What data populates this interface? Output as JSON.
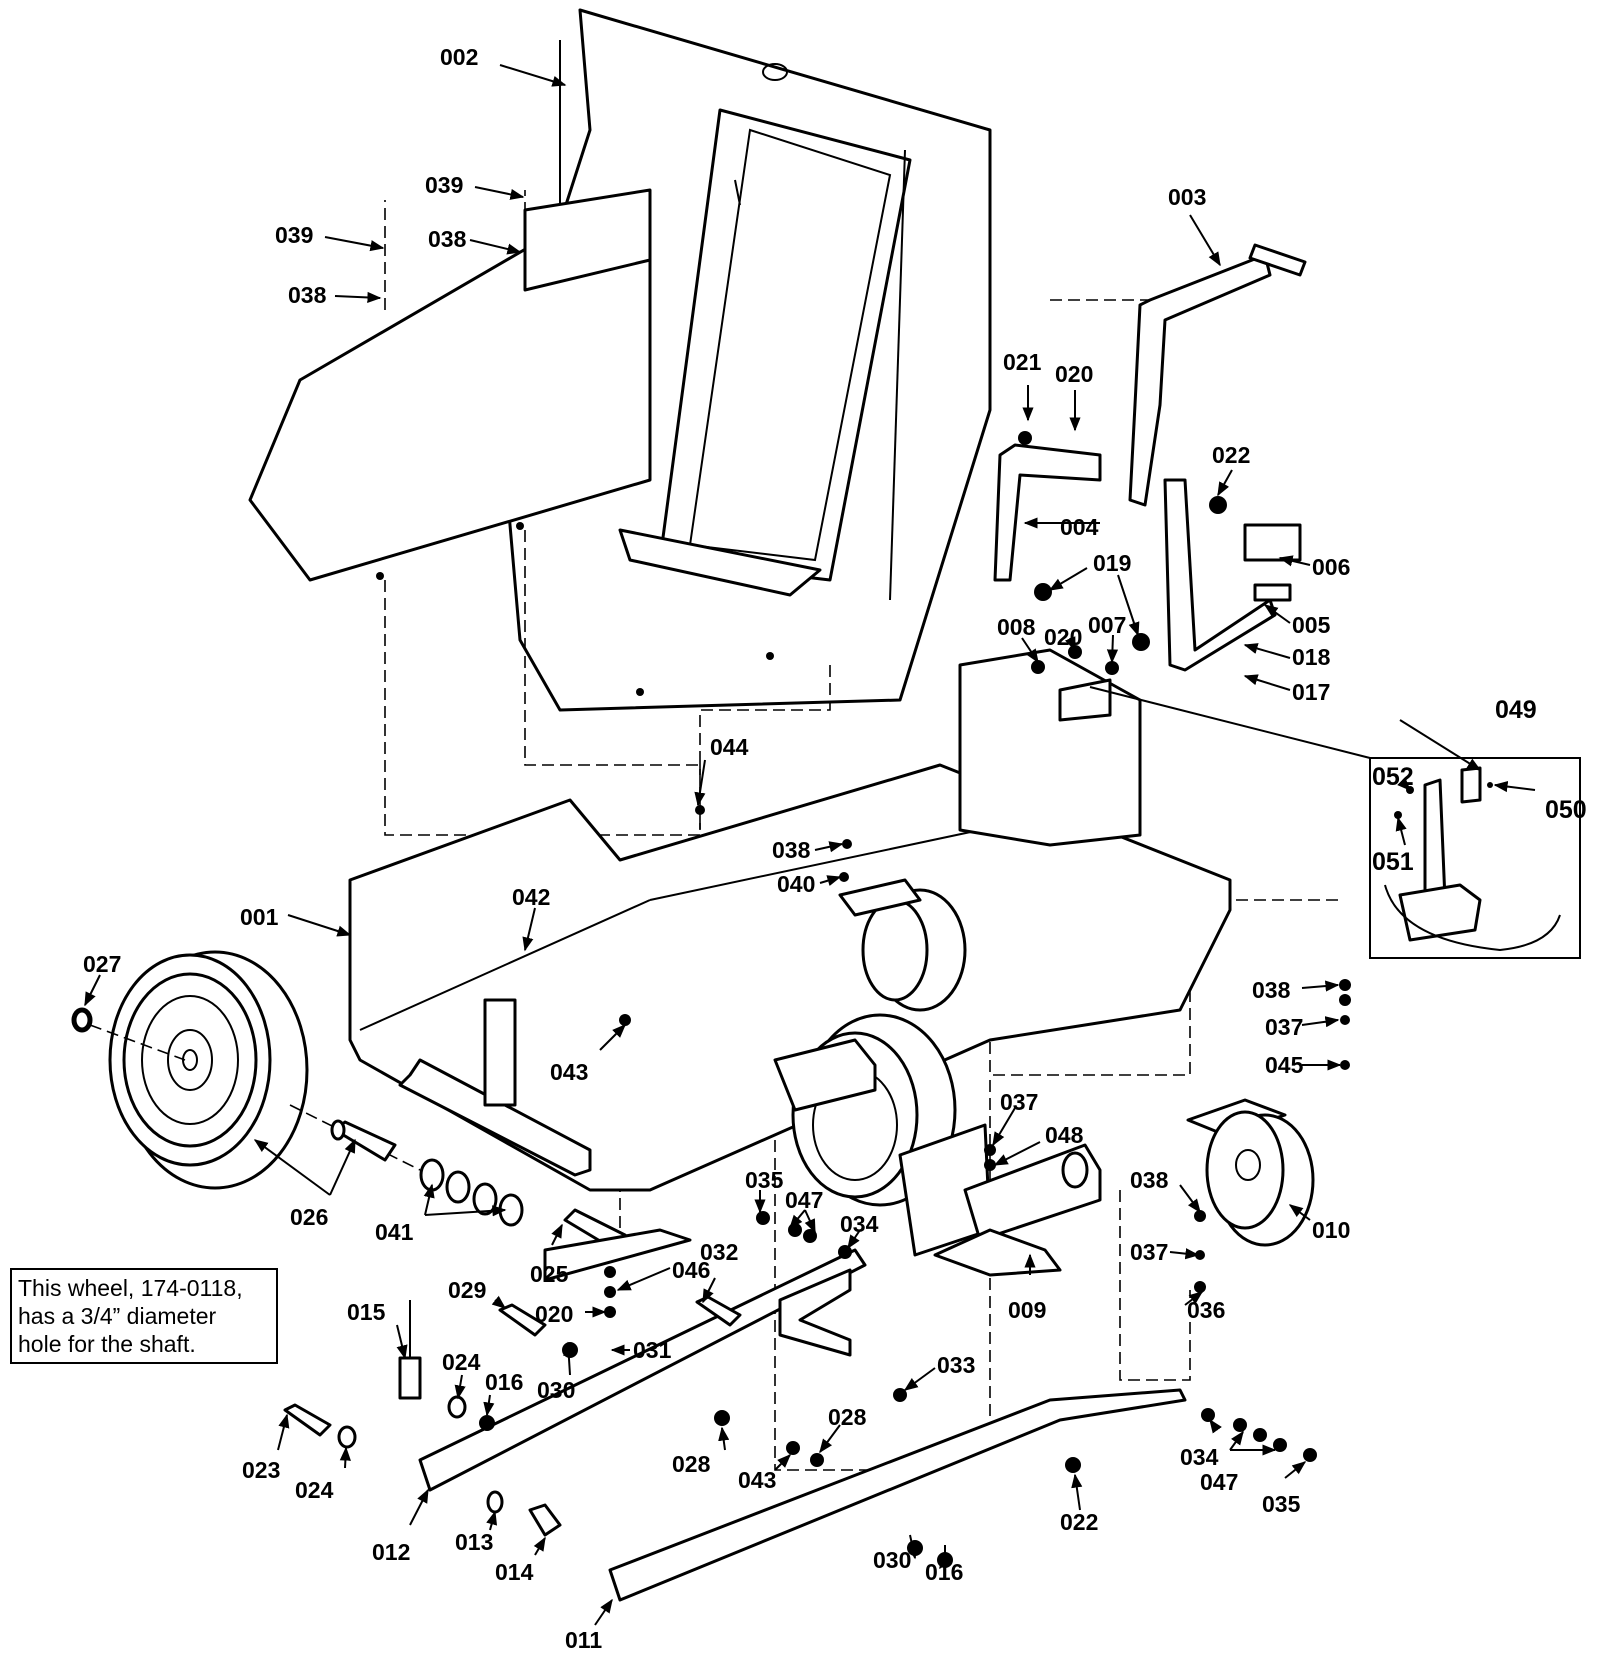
{
  "diagram": {
    "title": "Exploded parts diagram",
    "note": {
      "lines": [
        "This wheel, 174-0118,",
        "has a 3/4” diameter",
        "hole for the shaft."
      ]
    },
    "inset_labels": [
      "049",
      "050",
      "051",
      "052"
    ],
    "labels": [
      {
        "id": "l002",
        "text": "002"
      },
      {
        "id": "l039a",
        "text": "039"
      },
      {
        "id": "l039b",
        "text": "039"
      },
      {
        "id": "l038a",
        "text": "038"
      },
      {
        "id": "l038b",
        "text": "038"
      },
      {
        "id": "l003",
        "text": "003"
      },
      {
        "id": "l021",
        "text": "021"
      },
      {
        "id": "l020a",
        "text": "020"
      },
      {
        "id": "l022a",
        "text": "022"
      },
      {
        "id": "l004",
        "text": "004"
      },
      {
        "id": "l006",
        "text": "006"
      },
      {
        "id": "l019",
        "text": "019"
      },
      {
        "id": "l005",
        "text": "005"
      },
      {
        "id": "l008",
        "text": "008"
      },
      {
        "id": "l020b",
        "text": "020"
      },
      {
        "id": "l007",
        "text": "007"
      },
      {
        "id": "l018",
        "text": "018"
      },
      {
        "id": "l017",
        "text": "017"
      },
      {
        "id": "l044",
        "text": "044"
      },
      {
        "id": "l038c",
        "text": "038"
      },
      {
        "id": "l040",
        "text": "040"
      },
      {
        "id": "l001",
        "text": "001"
      },
      {
        "id": "l042",
        "text": "042"
      },
      {
        "id": "l027",
        "text": "027"
      },
      {
        "id": "l043a",
        "text": "043"
      },
      {
        "id": "l038d",
        "text": "038"
      },
      {
        "id": "l037a",
        "text": "037"
      },
      {
        "id": "l045",
        "text": "045"
      },
      {
        "id": "l037b",
        "text": "037"
      },
      {
        "id": "l048",
        "text": "048"
      },
      {
        "id": "l026",
        "text": "026"
      },
      {
        "id": "l041",
        "text": "041"
      },
      {
        "id": "l035a",
        "text": "035"
      },
      {
        "id": "l047a",
        "text": "047"
      },
      {
        "id": "l034a",
        "text": "034"
      },
      {
        "id": "l038e",
        "text": "038"
      },
      {
        "id": "l010",
        "text": "010"
      },
      {
        "id": "l025",
        "text": "025"
      },
      {
        "id": "l046",
        "text": "046"
      },
      {
        "id": "l032",
        "text": "032"
      },
      {
        "id": "l037c",
        "text": "037"
      },
      {
        "id": "l009",
        "text": "009"
      },
      {
        "id": "l036",
        "text": "036"
      },
      {
        "id": "l029",
        "text": "029"
      },
      {
        "id": "l020c",
        "text": "020"
      },
      {
        "id": "l031",
        "text": "031"
      },
      {
        "id": "l015",
        "text": "015"
      },
      {
        "id": "l024a",
        "text": "024"
      },
      {
        "id": "l016a",
        "text": "016"
      },
      {
        "id": "l030a",
        "text": "030"
      },
      {
        "id": "l033",
        "text": "033"
      },
      {
        "id": "l023",
        "text": "023"
      },
      {
        "id": "l024b",
        "text": "024"
      },
      {
        "id": "l028a",
        "text": "028"
      },
      {
        "id": "l028b",
        "text": "028"
      },
      {
        "id": "l043b",
        "text": "043"
      },
      {
        "id": "l034b",
        "text": "034"
      },
      {
        "id": "l047b",
        "text": "047"
      },
      {
        "id": "l035b",
        "text": "035"
      },
      {
        "id": "l022b",
        "text": "022"
      },
      {
        "id": "l012",
        "text": "012"
      },
      {
        "id": "l013",
        "text": "013"
      },
      {
        "id": "l014",
        "text": "014"
      },
      {
        "id": "l030b",
        "text": "030"
      },
      {
        "id": "l016b",
        "text": "016"
      },
      {
        "id": "l011",
        "text": "011"
      }
    ]
  }
}
